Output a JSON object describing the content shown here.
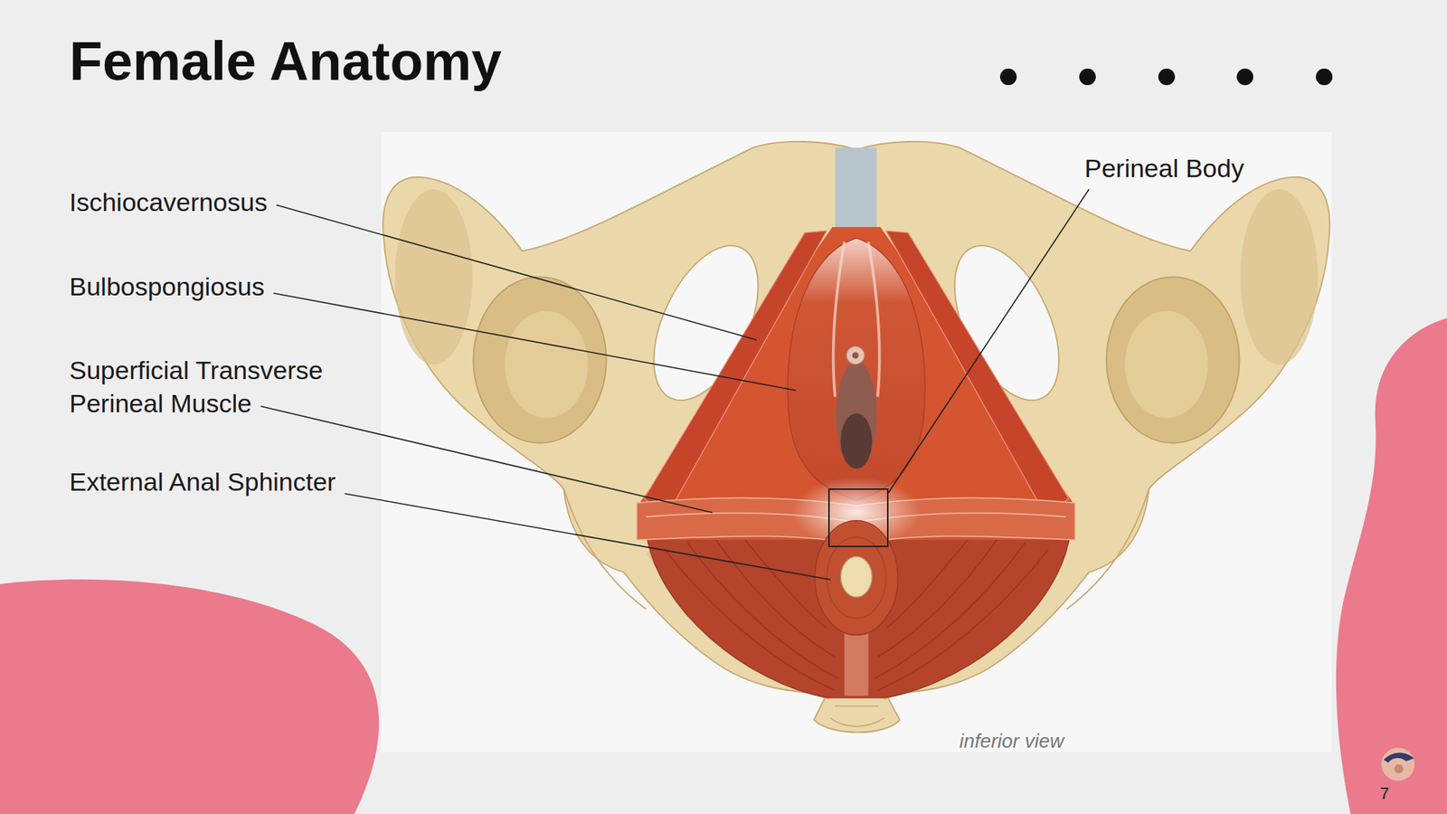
{
  "diagram": {
    "title": "Female Anatomy",
    "labels": [
      "Ischiocavernosus",
      "Bulbospongiosus",
      "Superficial Transverse Perineal Muscle",
      "External Anal Sphincter",
      "Perineal Body",
      "inferior view",
      "7"
    ]
  }
}
